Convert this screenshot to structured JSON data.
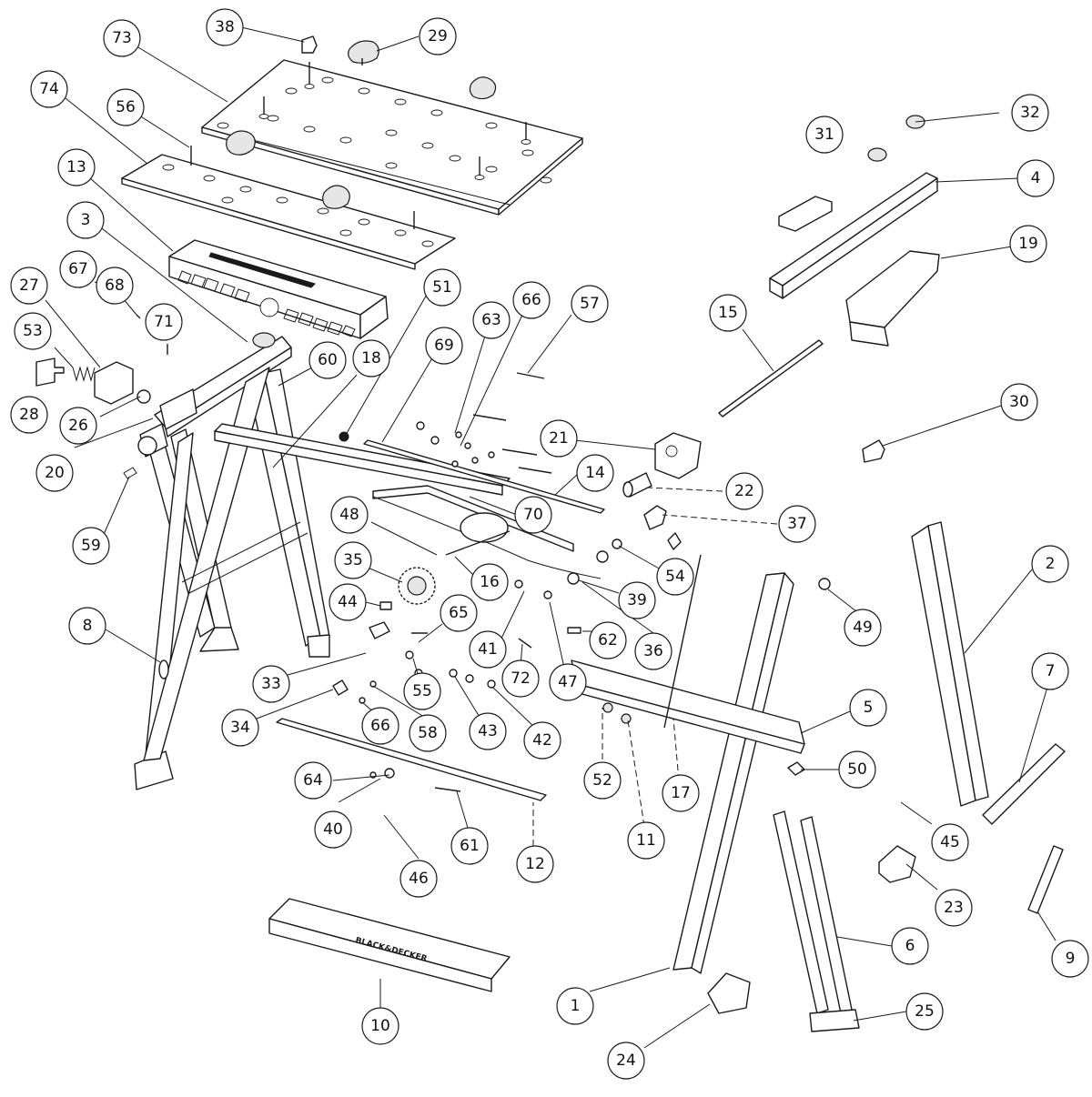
{
  "callouts": [
    {
      "label": "38"
    },
    {
      "label": "29"
    },
    {
      "label": "73"
    },
    {
      "label": "74"
    },
    {
      "label": "56"
    },
    {
      "label": "13"
    },
    {
      "label": "3"
    },
    {
      "label": "27"
    },
    {
      "label": "67"
    },
    {
      "label": "68"
    },
    {
      "label": "71"
    },
    {
      "label": "53"
    },
    {
      "label": "28"
    },
    {
      "label": "26"
    },
    {
      "label": "20"
    },
    {
      "label": "59"
    },
    {
      "label": "8"
    },
    {
      "label": "51"
    },
    {
      "label": "18"
    },
    {
      "label": "60"
    },
    {
      "label": "69"
    },
    {
      "label": "63"
    },
    {
      "label": "66"
    },
    {
      "label": "57"
    },
    {
      "label": "31"
    },
    {
      "label": "32"
    },
    {
      "label": "4"
    },
    {
      "label": "19"
    },
    {
      "label": "15"
    },
    {
      "label": "30"
    },
    {
      "label": "21"
    },
    {
      "label": "14"
    },
    {
      "label": "22"
    },
    {
      "label": "70"
    },
    {
      "label": "37"
    },
    {
      "label": "48"
    },
    {
      "label": "16"
    },
    {
      "label": "54"
    },
    {
      "label": "35"
    },
    {
      "label": "44"
    },
    {
      "label": "39"
    },
    {
      "label": "65"
    },
    {
      "label": "41"
    },
    {
      "label": "62"
    },
    {
      "label": "36"
    },
    {
      "label": "33"
    },
    {
      "label": "55"
    },
    {
      "label": "72"
    },
    {
      "label": "47"
    },
    {
      "label": "34"
    },
    {
      "label": "66"
    },
    {
      "label": "58"
    },
    {
      "label": "43"
    },
    {
      "label": "42"
    },
    {
      "label": "52"
    },
    {
      "label": "17"
    },
    {
      "label": "11"
    },
    {
      "label": "49"
    },
    {
      "label": "5"
    },
    {
      "label": "50"
    },
    {
      "label": "2"
    },
    {
      "label": "7"
    },
    {
      "label": "64"
    },
    {
      "label": "40"
    },
    {
      "label": "46"
    },
    {
      "label": "61"
    },
    {
      "label": "12"
    },
    {
      "label": "45"
    },
    {
      "label": "23"
    },
    {
      "label": "6"
    },
    {
      "label": "9"
    },
    {
      "label": "10"
    },
    {
      "label": "1"
    },
    {
      "label": "25"
    },
    {
      "label": "24"
    }
  ],
  "brand_text": "BLACK&DECKER"
}
